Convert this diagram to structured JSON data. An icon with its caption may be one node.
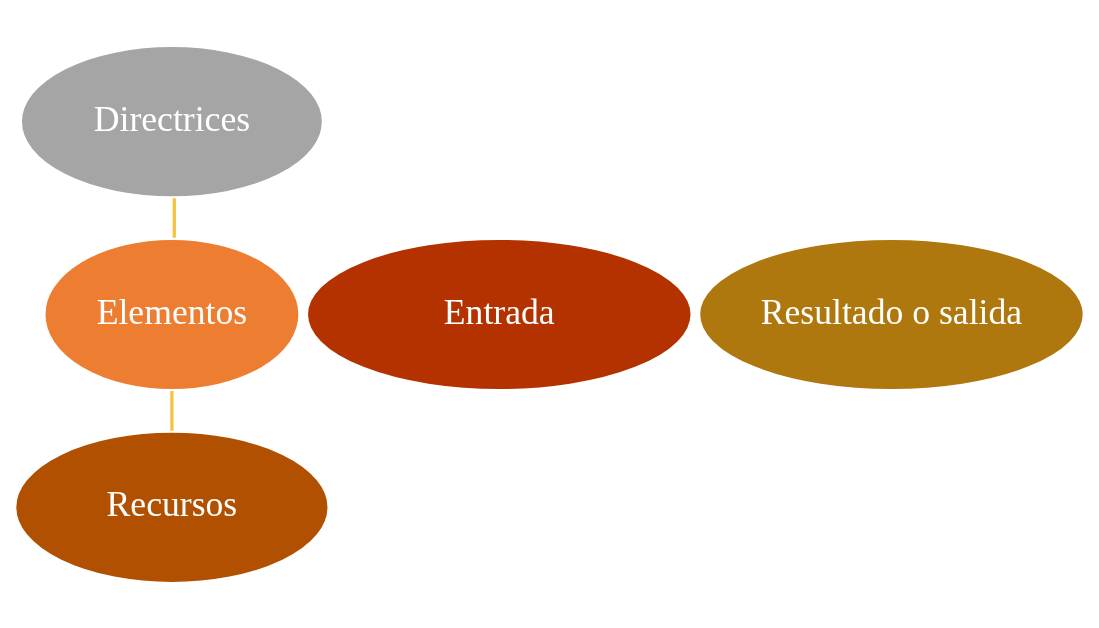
{
  "diagram": {
    "nodes": [
      {
        "text": [
          "Elementos"
        ]
      },
      {
        "text": [
          "Directrices"
        ]
      },
      {
        "text": [
          "Entrada"
        ]
      },
      {
        "text": [
          "Resultado o salida"
        ]
      },
      {
        "text": [
          "Recursos"
        ]
      }
    ],
    "edges": [
      {
        "from": 0,
        "to": 1,
        "arrow": "none"
      },
      {
        "from": 0,
        "to": 4,
        "arrow": "none"
      }
    ]
  }
}
